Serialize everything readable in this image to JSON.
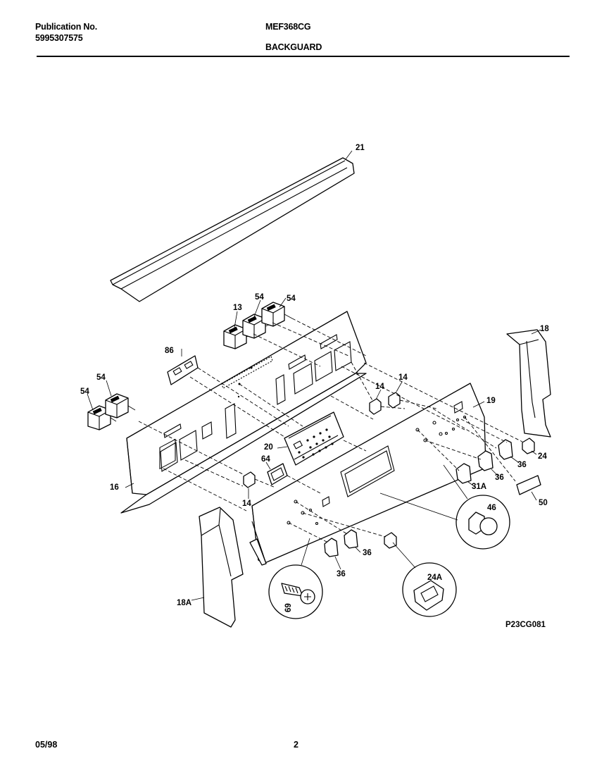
{
  "header": {
    "publication_label": "Publication No.",
    "publication_number": "5995307575",
    "model": "MEF368CG",
    "section": "BACKGUARD"
  },
  "diagram": {
    "drawing_id": "P23CG081",
    "callouts": [
      "21",
      "54",
      "54",
      "13",
      "86",
      "54",
      "54",
      "14",
      "14",
      "19",
      "18",
      "20",
      "64",
      "16",
      "14",
      "24",
      "36",
      "31A",
      "36",
      "50",
      "46",
      "36",
      "36",
      "24A",
      "69",
      "18A"
    ]
  },
  "footer": {
    "date": "05/98",
    "page": "2"
  }
}
